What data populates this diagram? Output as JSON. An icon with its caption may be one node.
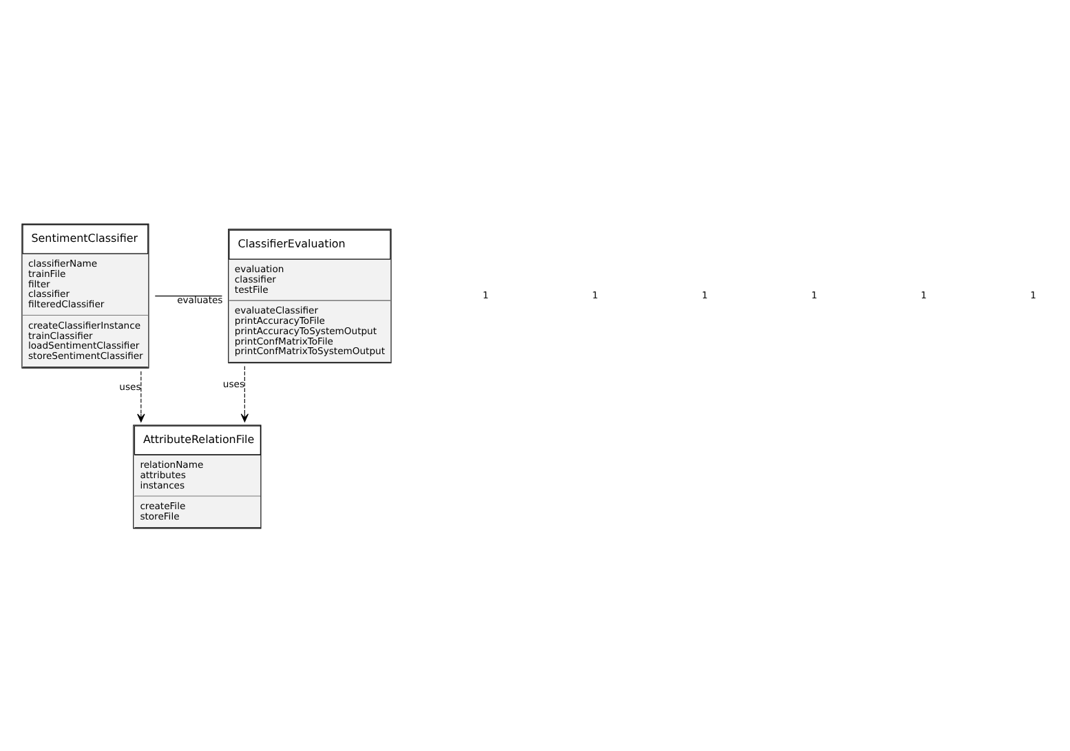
{
  "diagram": {
    "nodes": [
      {
        "text": [
          "AttributeRelationFile",
          "relationName attributes instances",
          "createFile storeFile"
        ]
      },
      {
        "text": [
          "SentimentClassifier",
          "classifierName trainFile filter classifier filteredClassifier",
          "createClassifierInstance trainClassifier loadSentimentClassifier storeSentimentClassifier"
        ]
      },
      {
        "text": [
          "ClassifierEvaluation",
          "evaluation classifier testFile",
          "evaluateClassifier printAccuracyToFile printAccuracyToSystemOutput printConfMatrixToFile printConfMatrixToSystemOutput"
        ]
      }
    ],
    "edges": [
      {
        "from": 1,
        "to": 0,
        "arrow": "to",
        "label": "uses",
        "style": "dashed"
      },
      {
        "from": 2,
        "to": 0,
        "arrow": "to",
        "label": "uses",
        "style": "dashed"
      },
      {
        "from": 1,
        "to": 2,
        "arrow": "none",
        "label": "evaluates"
      }
    ],
    "labels": [
      "1",
      "1",
      "1",
      "1",
      "1",
      "1"
    ]
  }
}
